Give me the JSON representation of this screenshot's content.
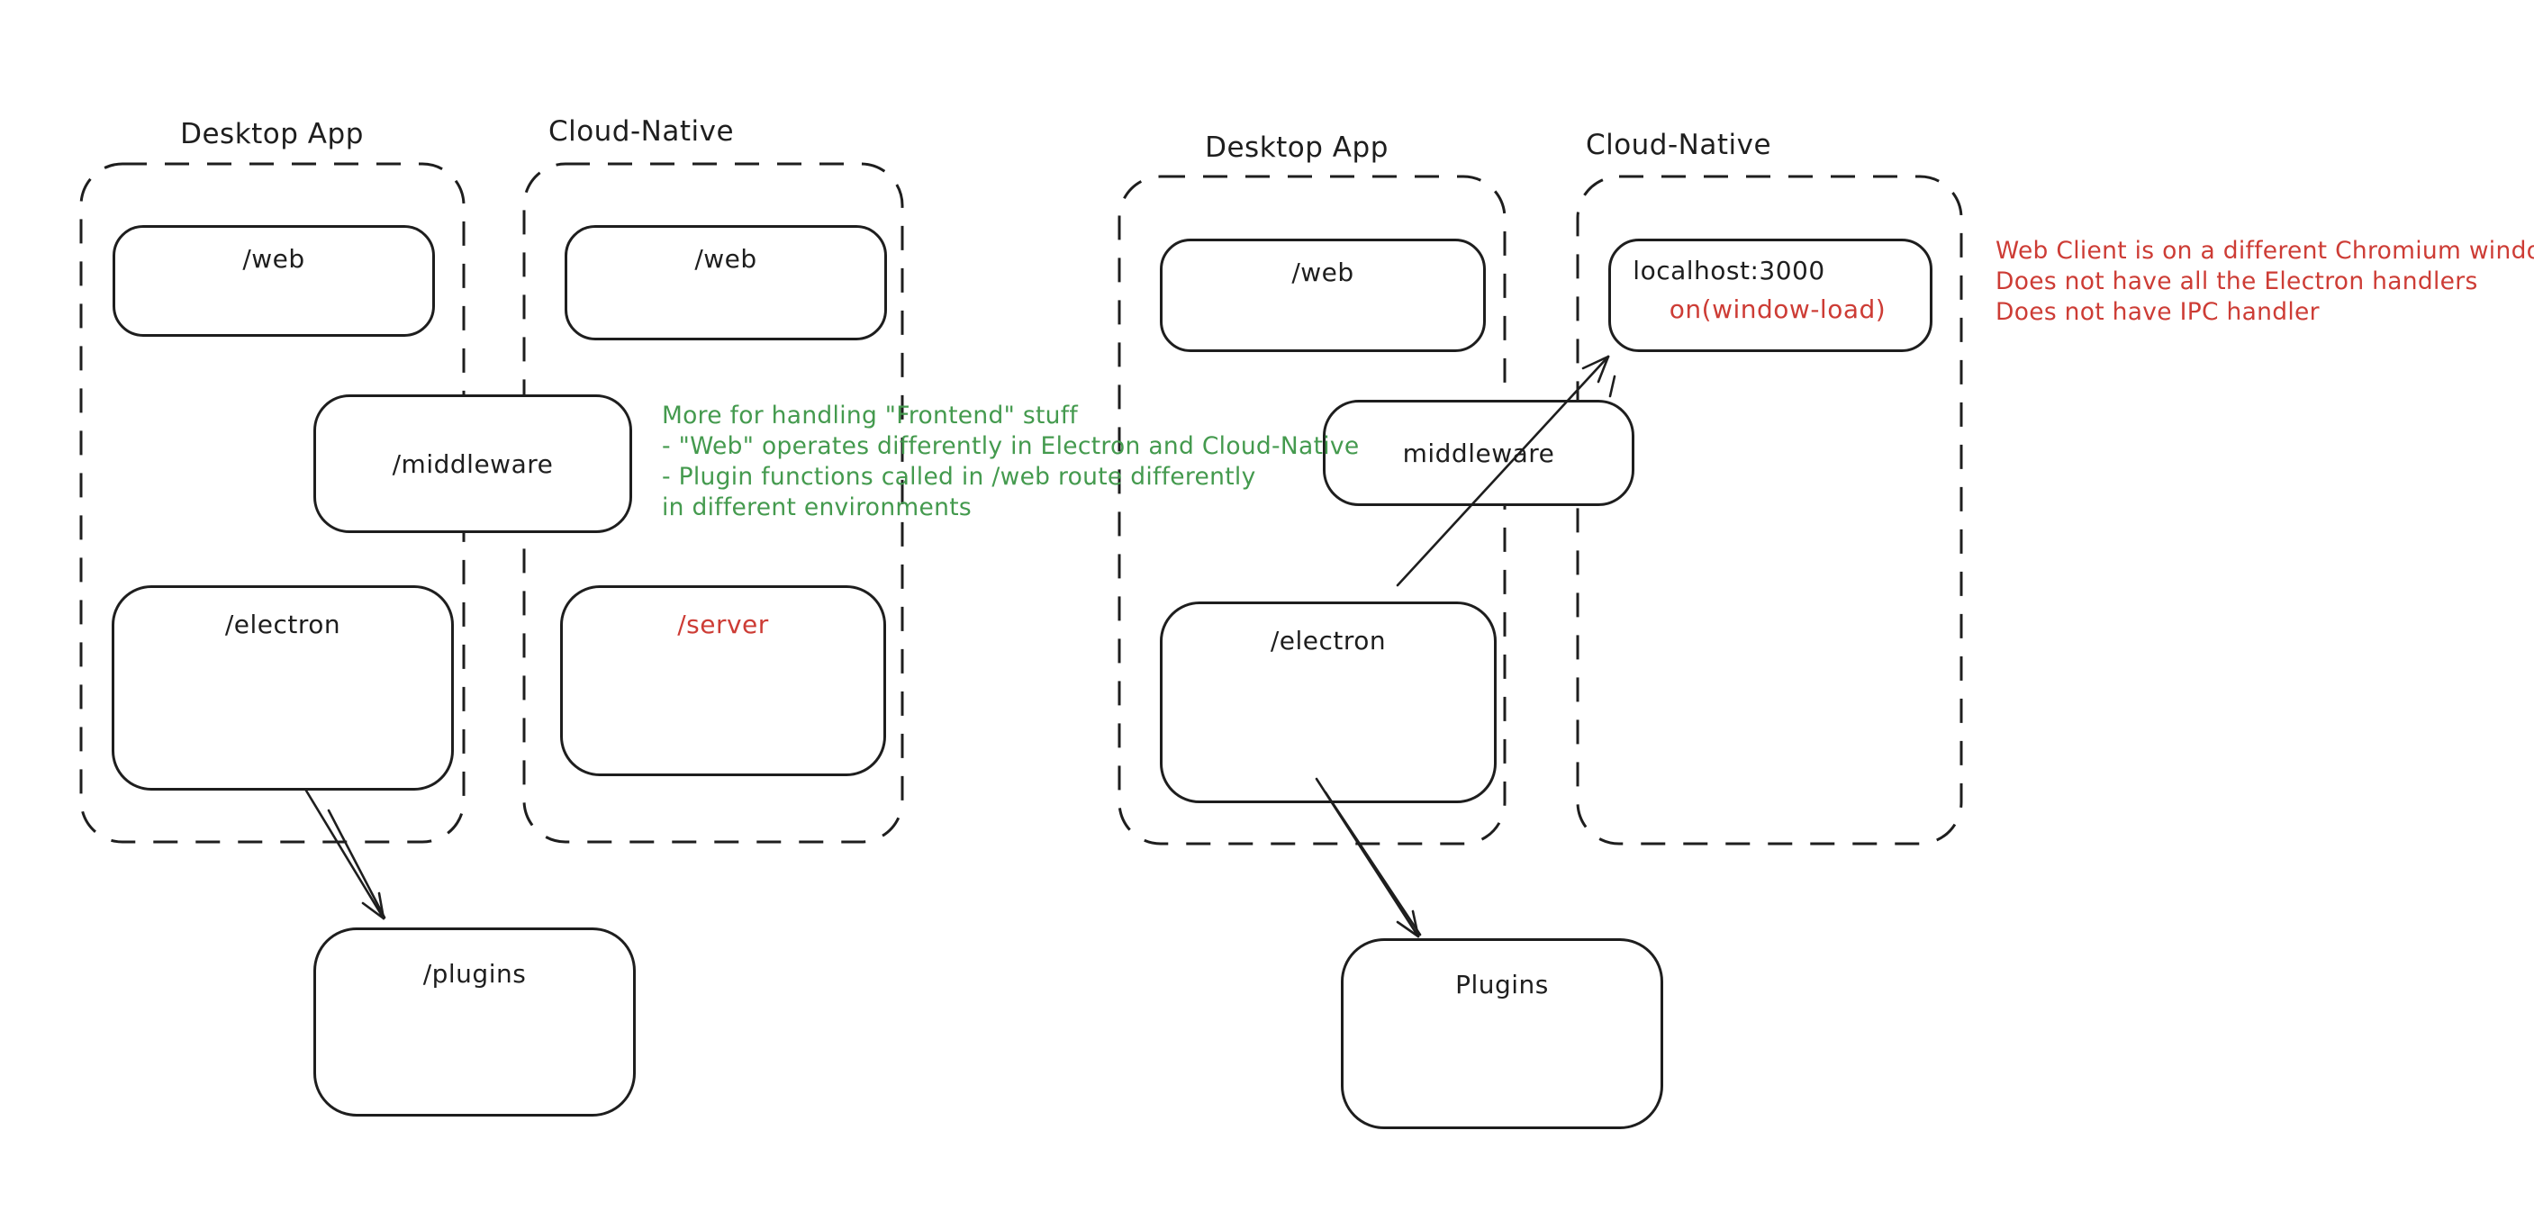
{
  "diagram": {
    "colors": {
      "ink": "#1e1e1e",
      "green": "#449a4e",
      "red": "#cd3c35",
      "background": "#ffffff"
    },
    "left_group": {
      "desktop_label": "Desktop App",
      "cloud_label": "Cloud-Native",
      "web_desktop_box": "/web",
      "web_cloud_box": "/web",
      "middleware_box": "/middleware",
      "electron_box": "/electron",
      "server_box": "/server",
      "plugins_box": "/plugins"
    },
    "right_group": {
      "desktop_label": "Desktop App",
      "cloud_label": "Cloud-Native",
      "web_desktop_box": "/web",
      "localhost_box_title": "localhost:3000",
      "localhost_box_subtitle": "on(window-load)",
      "middleware_box": "middleware",
      "electron_box": "/electron",
      "plugins_box": "Plugins"
    },
    "green_note": {
      "lines": [
        "More for handling \"Frontend\" stuff",
        "- \"Web\" operates differently in Electron and Cloud-Native",
        "- Plugin functions called in /web route differently",
        "in different environments"
      ]
    },
    "red_note": {
      "lines": [
        "Web Client is on a different Chromium window",
        "Does not have all the Electron handlers",
        "Does not have IPC handler"
      ]
    }
  }
}
